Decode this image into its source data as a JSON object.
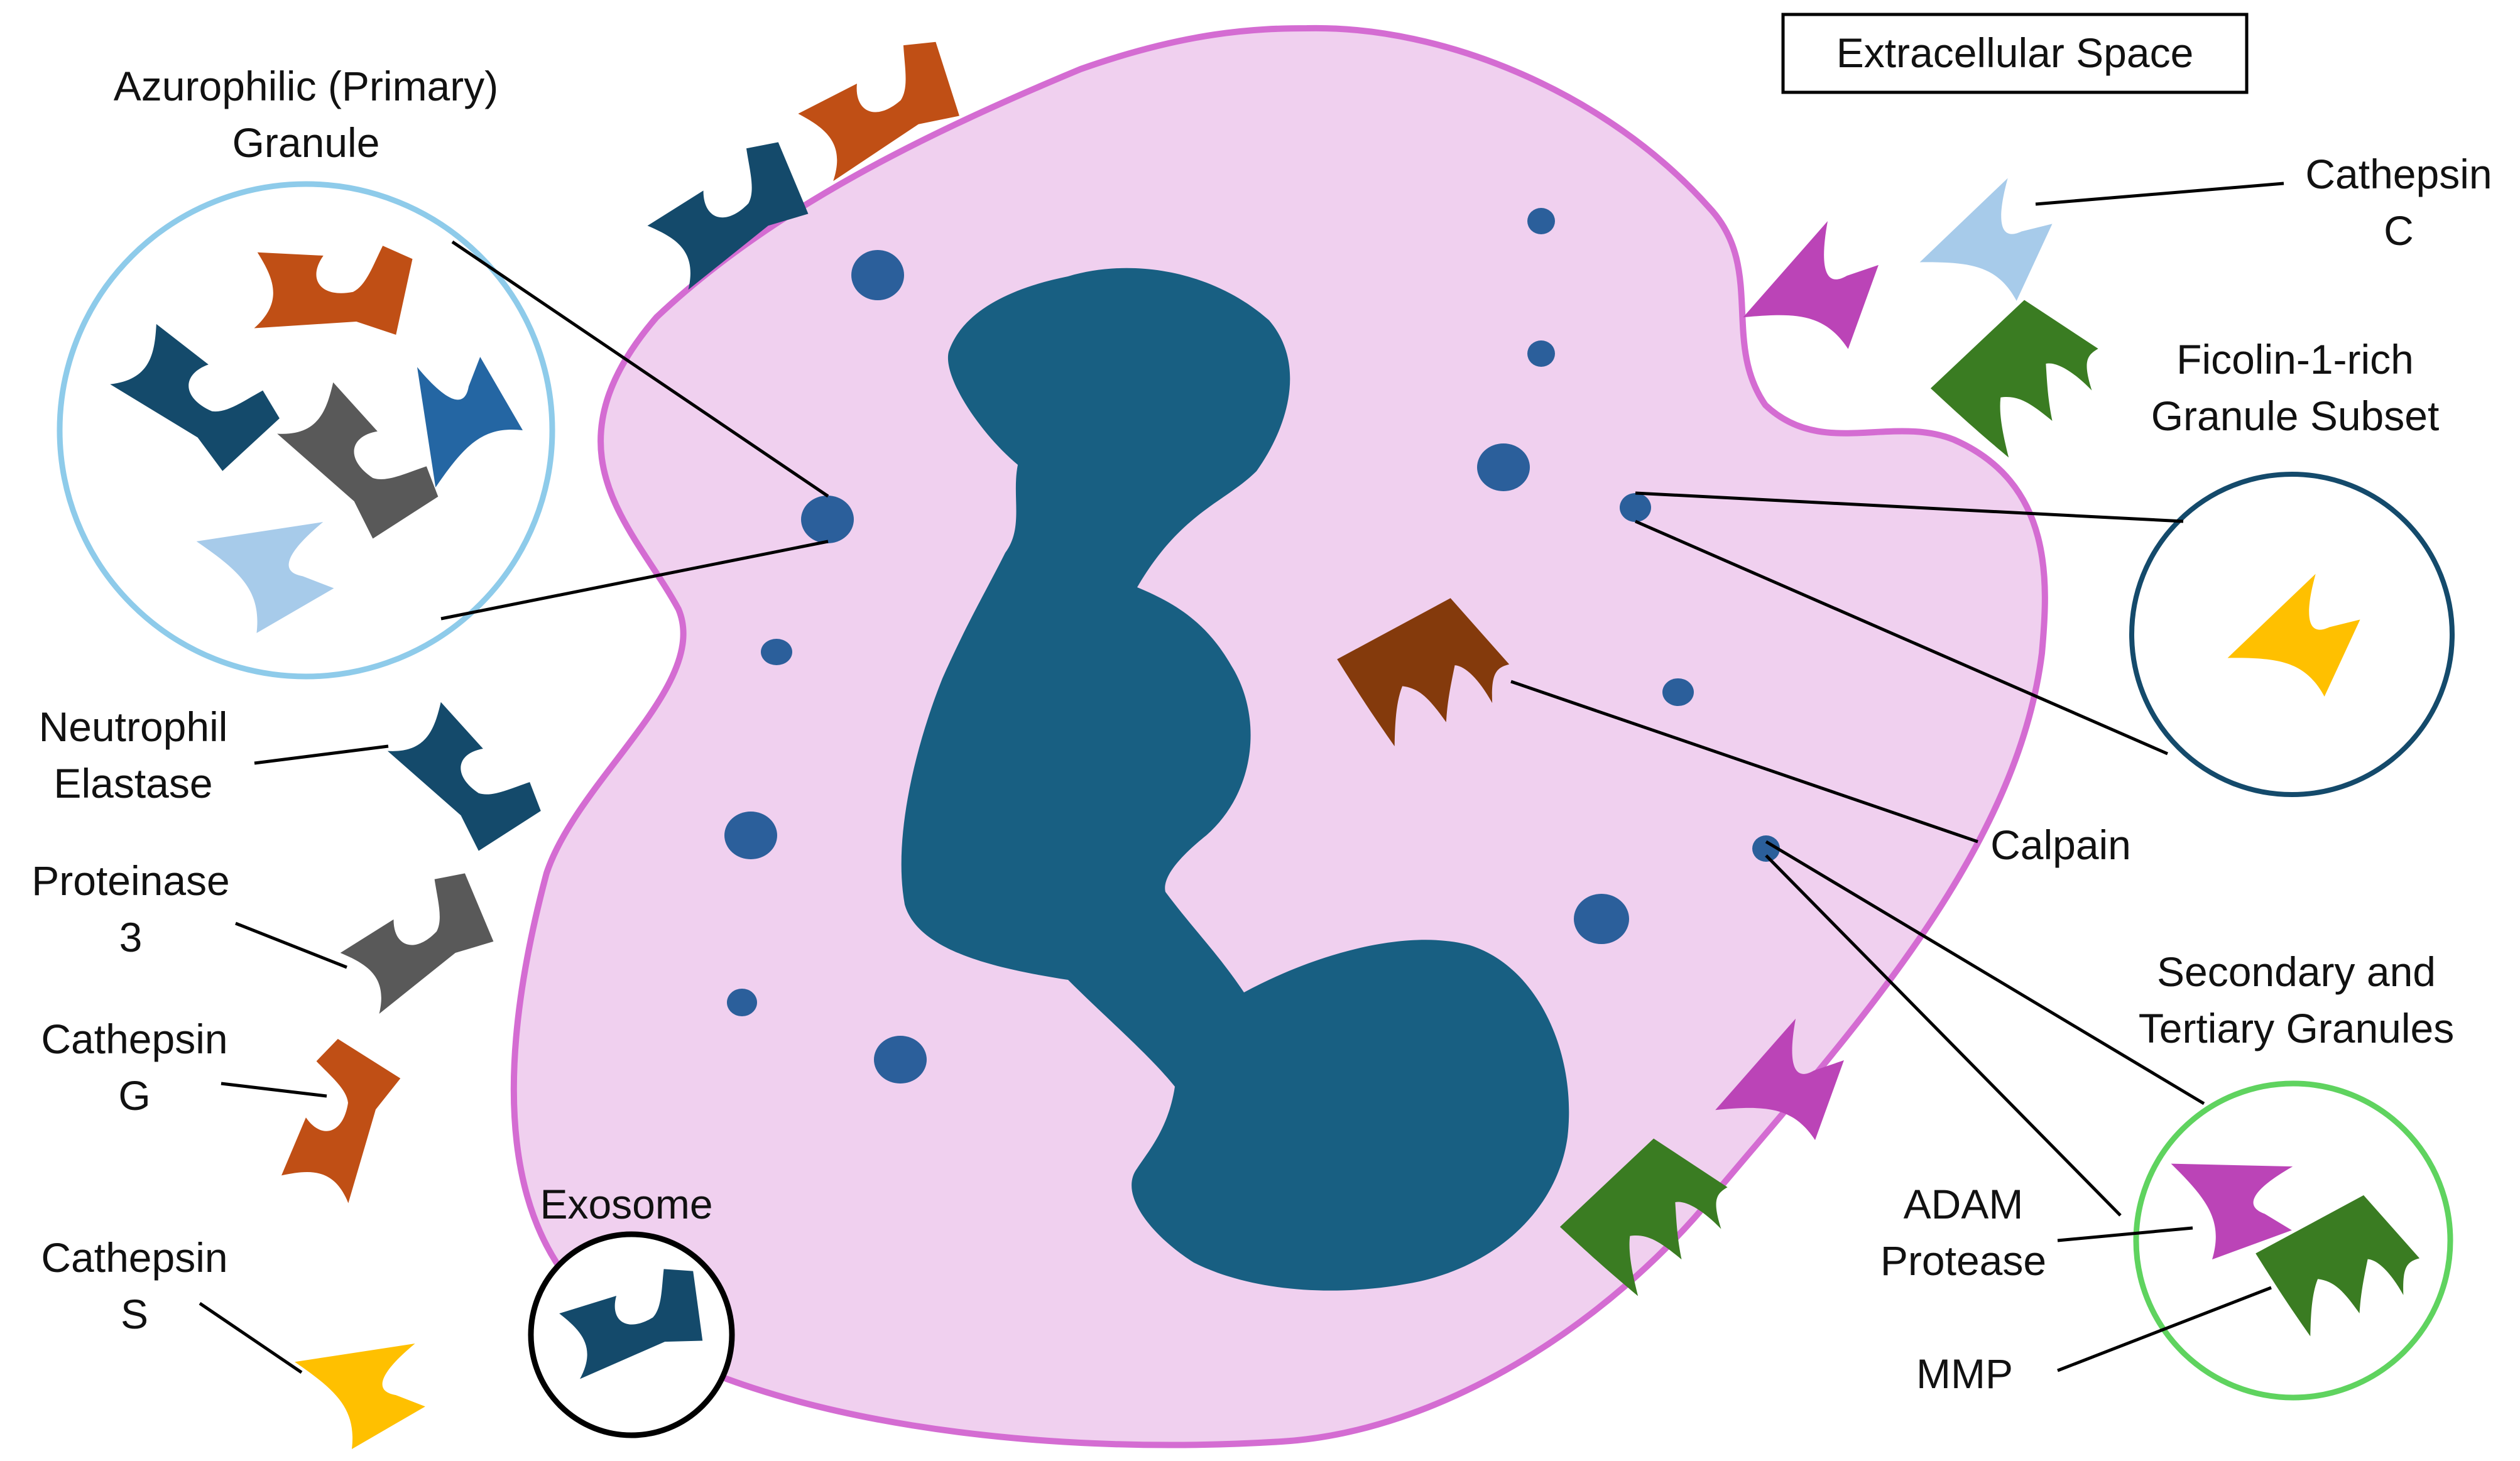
{
  "diagram": {
    "extracellular_label": "Extracellular Space",
    "labels": {
      "azurophilic_line1": "Azurophilic (Primary)",
      "azurophilic_line2": "Granule",
      "elastase_line1": "Neutrophil",
      "elastase_line2": "Elastase",
      "proteinase_line1": "Proteinase",
      "proteinase_line2": "3",
      "cathepsin_g_line1": "Cathepsin",
      "cathepsin_g_line2": "G",
      "cathepsin_s_line1": "Cathepsin",
      "cathepsin_s_line2": "S",
      "exosome": "Exosome",
      "cathepsin_c_line1": "Cathepsin",
      "cathepsin_c_line2": "C",
      "ficolin_line1": "Ficolin-1-rich",
      "ficolin_line2": "Granule Subset",
      "calpain": "Calpain",
      "secondary_line1": "Secondary and",
      "secondary_line2": "Tertiary Granules",
      "adam_line1": "ADAM",
      "adam_line2": "Protease",
      "mmp": "MMP"
    },
    "colors": {
      "cell_fill": "#f0d0ef",
      "cell_border": "#d46cd2",
      "nucleus": "#185f82",
      "granule_dot": "#2b5f9b",
      "neutrophil_elastase": "#144a6b",
      "proteinase_3": "#595959",
      "cathepsin_g": "#c04f15",
      "cathepsin_s": "#ffc000",
      "cathepsin_c": "#a7cbea",
      "ficolin_protein": "#ffc000",
      "azurophilic_extra_protease": "#2466a3",
      "calpain": "#843a0c",
      "adam_protease": "#bb44b7",
      "mmp": "#3a7c22",
      "azurophilic_granule_ring": "#8ecbea",
      "ficolin_granule_ring": "#144a6b",
      "secondary_granule_ring": "#5fd35f",
      "exosome_ring": "#000000"
    }
  }
}
